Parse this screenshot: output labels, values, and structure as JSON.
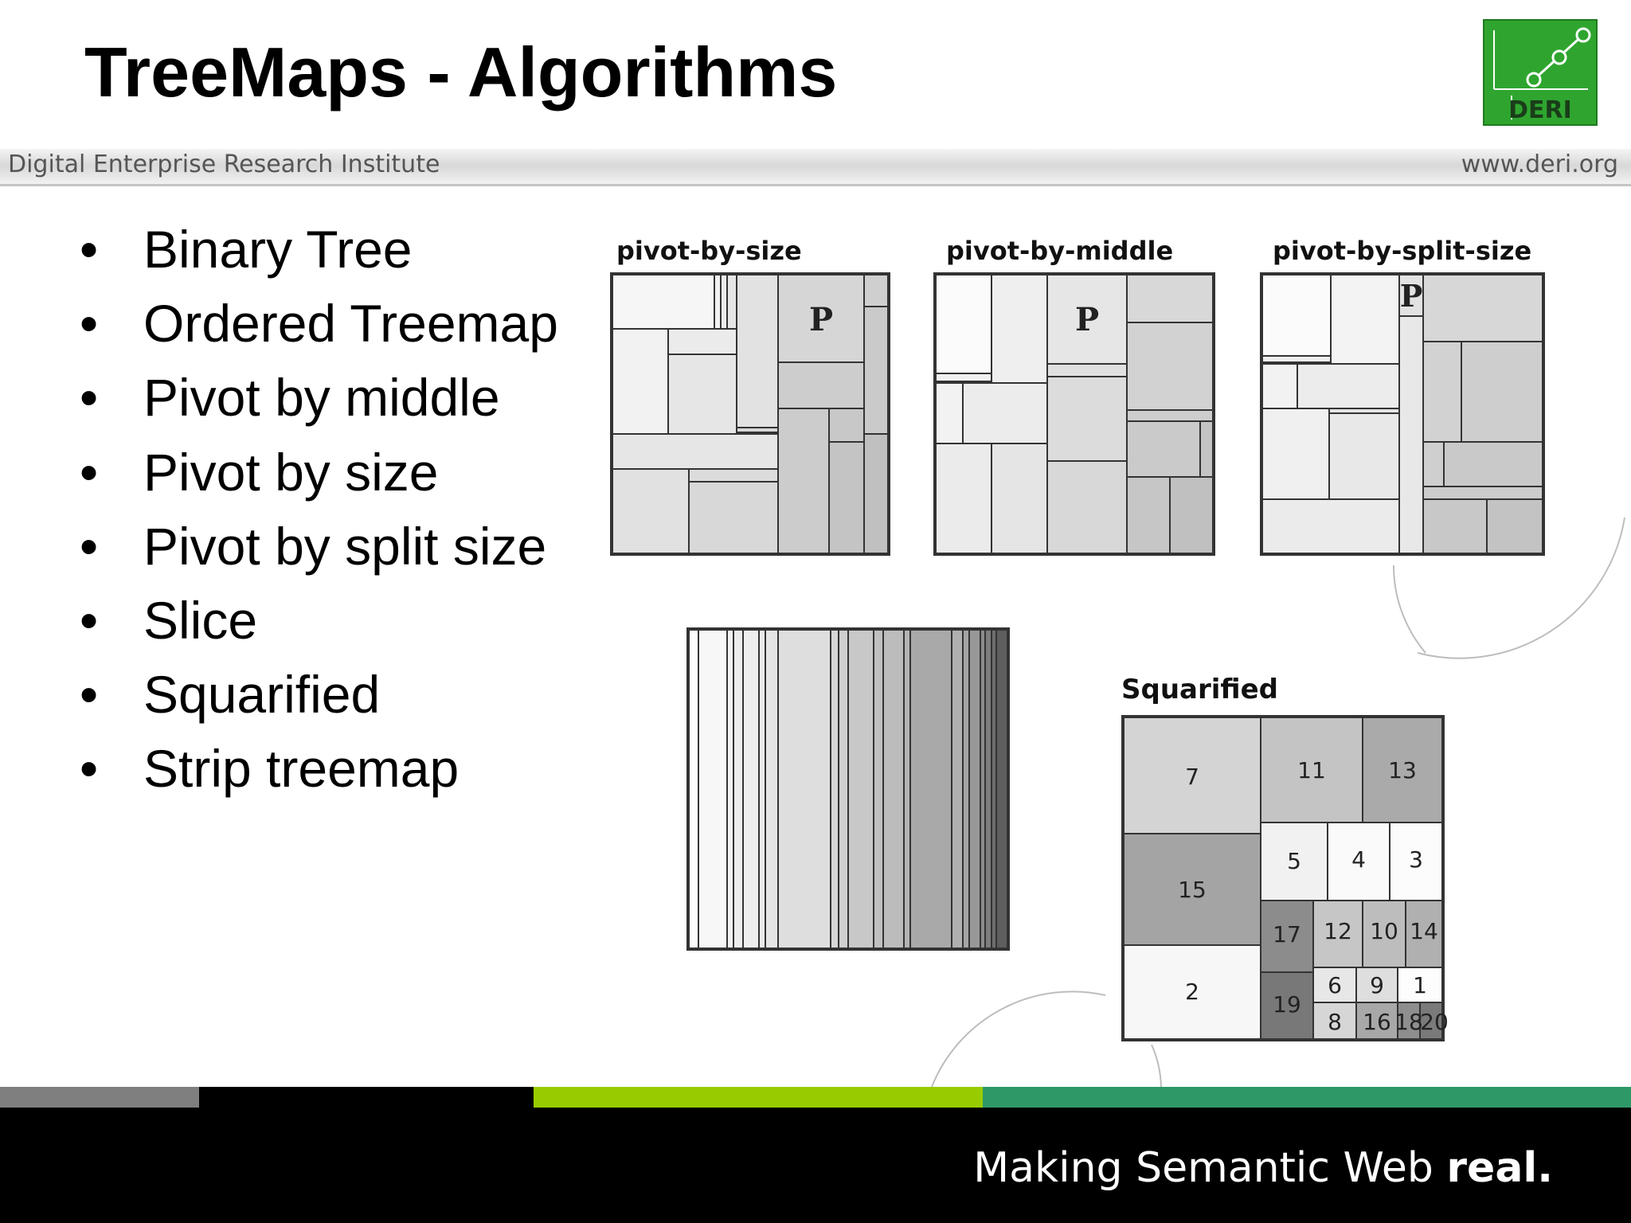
{
  "slide": {
    "title": "TreeMaps - Algorithms",
    "institute": "Digital Enterprise Research Institute",
    "website": "www.deri.org",
    "logo_text": "DERI",
    "bullet_char": "•",
    "bullets": [
      "Binary Tree",
      "Ordered Treemap",
      "Pivot by middle",
      "Pivot by size",
      "Pivot by split size",
      "Slice",
      "Squarified",
      "Strip treemap"
    ],
    "tagline_plain": "Making Semantic Web ",
    "tagline_bold": "real."
  },
  "diagrams": {
    "pivot_by_size": {
      "label": "pivot-by-size",
      "pivot_mark": "P"
    },
    "pivot_by_middle": {
      "label": "pivot-by-middle",
      "pivot_mark": "P"
    },
    "pivot_by_split_size": {
      "label": "pivot-by-split-size",
      "pivot_mark": "P"
    },
    "squarified": {
      "label": "Squarified",
      "cells": [
        "7",
        "11",
        "13",
        "15",
        "5",
        "4",
        "3",
        "17",
        "12",
        "10",
        "14",
        "2",
        "19",
        "6",
        "9",
        "1",
        "8",
        "16",
        "18",
        "20"
      ]
    }
  },
  "colors": {
    "footer": "#000000",
    "strip": [
      "#7f7f7f",
      "#000000",
      "#99cc00",
      "#2e9966"
    ],
    "logo_green": "#33aa33",
    "tagline": "#ffffff"
  }
}
